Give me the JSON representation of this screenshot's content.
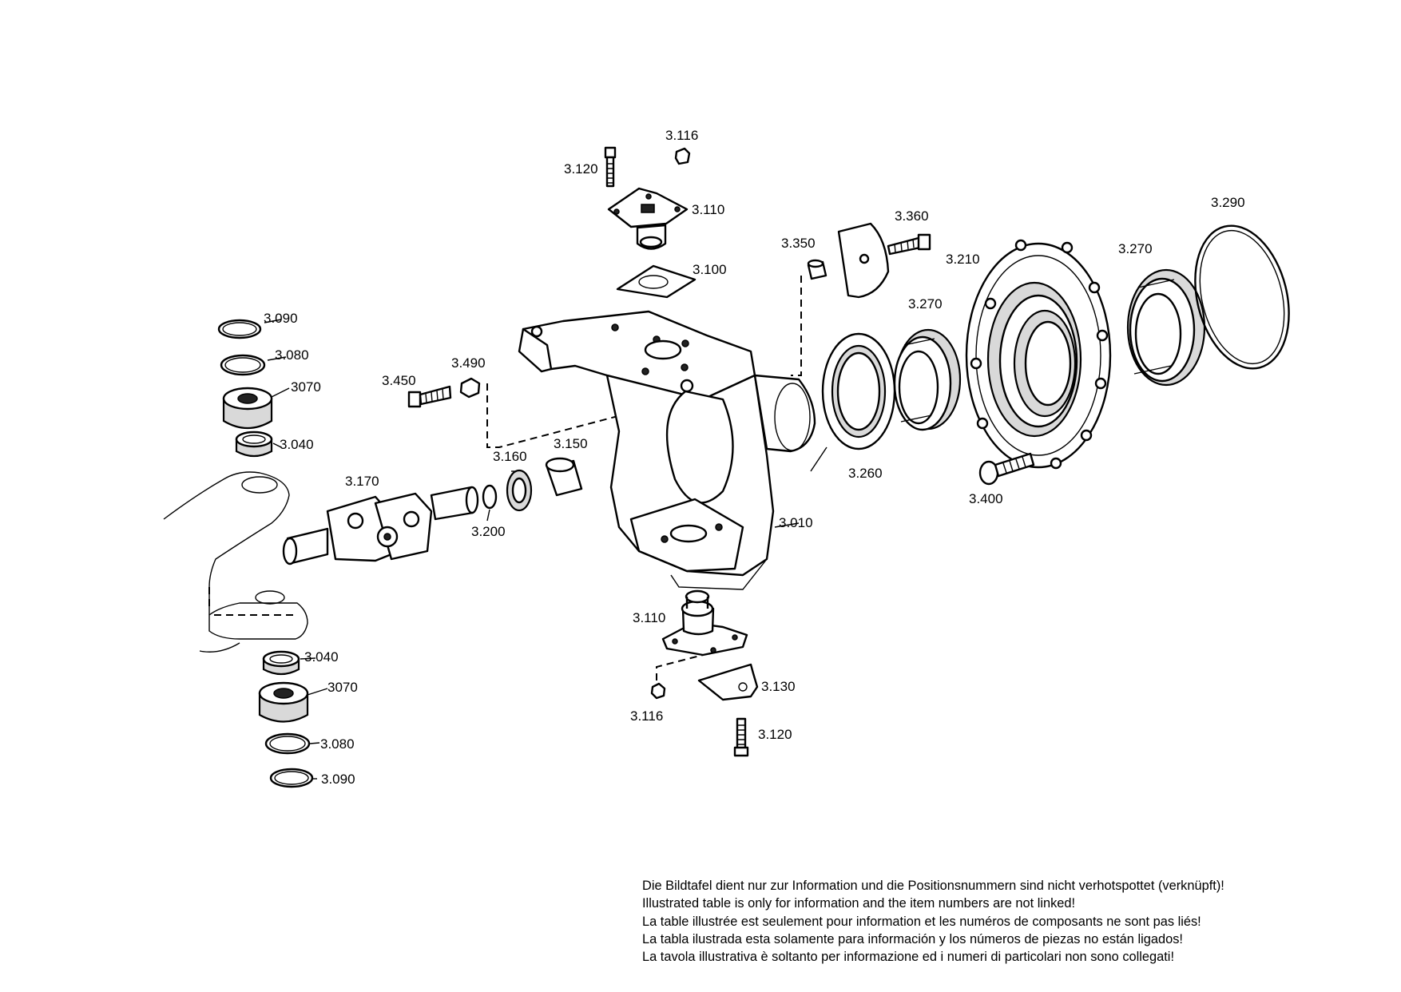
{
  "labels": {
    "p3116_top": "3.116",
    "p3120_top": "3.120",
    "p3110_top": "3.110",
    "p3100": "3.100",
    "p3090_top": "3.090",
    "p3080_top": "3.080",
    "p3070_top": "3070",
    "p3040_top": "3.040",
    "p3170": "3.170",
    "p3450": "3.450",
    "p3490": "3.490",
    "p3160": "3.160",
    "p3150": "3.150",
    "p3200": "3.200",
    "p3010": "3.010",
    "p3350": "3.350",
    "p3360": "3.360",
    "p3210": "3.210",
    "p3270_a": "3.270",
    "p3270_b": "3.270",
    "p3290": "3.290",
    "p3260": "3.260",
    "p3400": "3.400",
    "p3110_bot": "3.110",
    "p3130": "3.130",
    "p3116_bot": "3.116",
    "p3120_bot": "3.120",
    "p3040_bot": "3.040",
    "p3070_bot": "3070",
    "p3080_bot": "3.080",
    "p3090_bot": "3.090"
  },
  "disclaimer": {
    "de": "Die Bildtafel dient nur zur Information und die Positionsnummern sind nicht verhotspottet (verknüpft)!",
    "en": "Illustrated table is only for information and the item numbers are not linked!",
    "fr": "La table illustrée est seulement pour information et les numéros de composants ne sont pas liés!",
    "es": "La tabla ilustrada esta solamente para información y los números de piezas no están ligados!",
    "it": "La tavola illustrativa è soltanto per informazione ed i numeri di particolari non sono collegati!"
  }
}
